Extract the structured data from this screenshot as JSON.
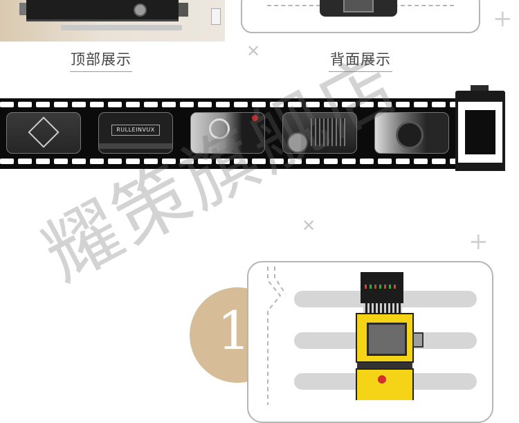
{
  "captions": {
    "top_view": "顶部展示",
    "back_view": "背面展示"
  },
  "film_strip": {
    "frame_2_label": "RULLEINVUX"
  },
  "step": {
    "number": "1"
  },
  "watermark": {
    "text": "耀策旗舰店"
  },
  "icons": {
    "sparkle_x": "✕",
    "sparkle_plus": "+"
  },
  "colors": {
    "badge": "#d6bd97",
    "pill": "#d6d6d6",
    "frame_border": "#b5b5b5",
    "film": "#0b0b0b",
    "camera_yellow": "#f5d317"
  }
}
